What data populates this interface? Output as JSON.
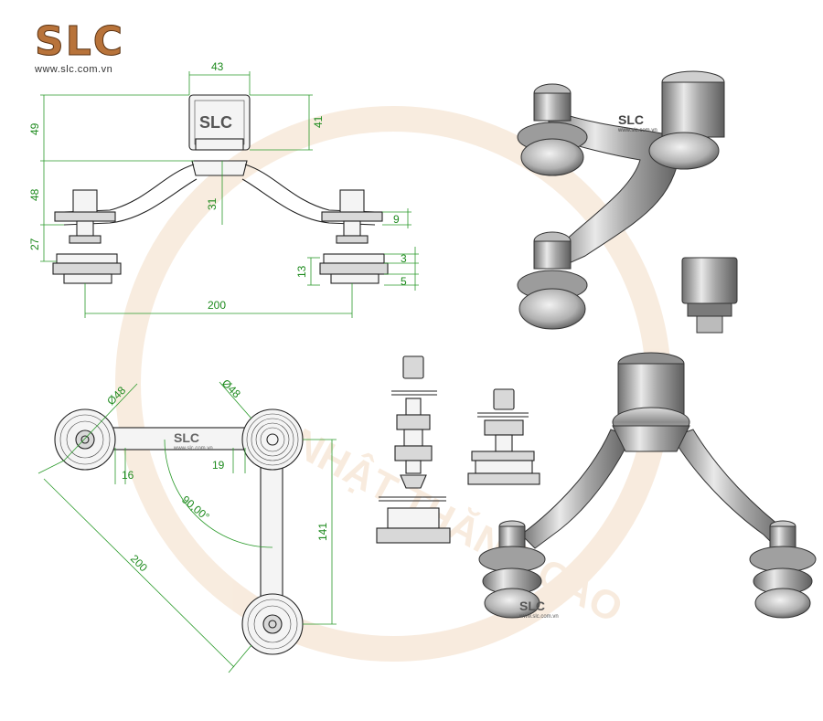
{
  "brand": {
    "logo": "SLC",
    "url": "www.slc.com.vn"
  },
  "watermark": {
    "text": "NHẬT THĂNG CAO"
  },
  "front_view": {
    "dims": {
      "top_width": "43",
      "left_upper": "49",
      "right_head": "41",
      "left_middle": "48",
      "center_drop": "31",
      "left_lower": "27",
      "right_9": "9",
      "right_3": "3",
      "right_13": "13",
      "right_5": "5",
      "span": "200"
    }
  },
  "plan_view": {
    "dims": {
      "dia_left": "Ø48",
      "dia_right": "Ø48",
      "offset_16": "16",
      "offset_19": "19",
      "angle": "90,00°",
      "diagonal": "200",
      "vertical": "141"
    },
    "arm_logo": "SLC",
    "arm_url": "www.slc.com.vn"
  },
  "render_top": {
    "arm_logo": "SLC",
    "arm_url": "www.slc.com.vn",
    "head_logo": "SLC"
  },
  "render_bottom": {
    "logo": "SLC",
    "url": "www.slc.com.vn"
  },
  "colors": {
    "brand": "#b8733a",
    "dimension": "#1d8a1d",
    "metal": "#9a9a9a"
  }
}
